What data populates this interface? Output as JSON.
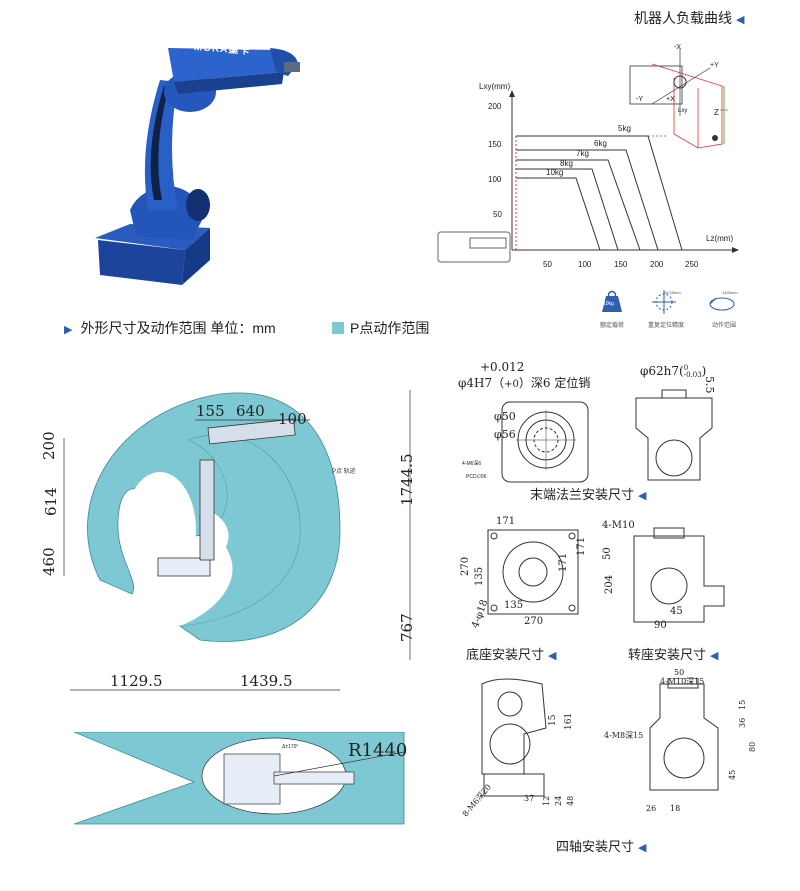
{
  "robot": {
    "brand": "MOKA墨卡"
  },
  "load_curve": {
    "title": "机器人负载曲线",
    "y_label": "Lxy(mm)",
    "x_label": "Lz(mm)",
    "y_ticks": [
      "200",
      "150",
      "100",
      "50"
    ],
    "x_ticks": [
      "50",
      "100",
      "150",
      "200",
      "250"
    ],
    "curves": [
      {
        "label": "5kg"
      },
      {
        "label": "6kg"
      },
      {
        "label": "7kg"
      },
      {
        "label": "8kg"
      },
      {
        "label": "10kg"
      }
    ],
    "axes_labels": {
      "neg_x": "-X",
      "pos_y": "+Y",
      "neg_y": "-Y",
      "pos_x": "+X",
      "z": "Z",
      "lxy": "Lxy"
    },
    "icons": [
      {
        "name": "rated-load-icon",
        "text": "10kg",
        "caption": "额定载荷"
      },
      {
        "name": "repeat-precision-icon",
        "text": "±0.05mm",
        "caption": "重复定位精度"
      },
      {
        "name": "motion-range-icon",
        "text": "1440mm",
        "caption": "动作范围"
      }
    ]
  },
  "section_dims": {
    "title": "外形尺寸及动作范围 单位：mm",
    "legend": "P点动作范围"
  },
  "side_view": {
    "top_dims": [
      "155",
      "640",
      "100"
    ],
    "left_dims": [
      "200",
      "614",
      "460"
    ],
    "right_dims": [
      "1744.5",
      "767"
    ],
    "bottom_dims": [
      "1129.5",
      "1439.5"
    ],
    "p_label": "P点 轨迹"
  },
  "top_view": {
    "radius": "R1440",
    "angle": "Δ±170°"
  },
  "flange": {
    "tol_top": "+0.012",
    "tol_bot": "+0",
    "hole_spec_a": "φ4H7（",
    "hole_spec_b": "）深6 定位销",
    "shaft_spec": "φ62h7(",
    "shaft_tol_top": "0",
    "shaft_tol_bot": "-0.03",
    "shaft_close": ")",
    "dim_55": "5.5",
    "d50": "φ50",
    "d56": "φ56",
    "thread": "4-M6深6",
    "pcd": "PCD∅56",
    "title": "末端法兰安装尺寸"
  },
  "base": {
    "w171": "171",
    "h270": "270",
    "h135": "135",
    "w135": "135",
    "w270": "270",
    "v171a": "171",
    "v171b": "171",
    "holes": "4-φ18",
    "title": "底座安装尺寸"
  },
  "rotary": {
    "m10": "4-M10",
    "d50": "50",
    "d204": "204",
    "d45": "45",
    "d90": "90",
    "title": "转座安装尺寸"
  },
  "axis4": {
    "l15": "15",
    "l161": "161",
    "l12": "12",
    "l24": "24",
    "l48": "48",
    "l37": "37",
    "holes_a": "8-M6深20",
    "m10": "4-M10深15",
    "m8": "4-M8深15",
    "r50": "50",
    "r15": "15",
    "r36": "36",
    "r80": "80",
    "r45": "45",
    "b26": "26",
    "b18": "18",
    "title": "四轴安装尺寸"
  },
  "colors": {
    "accent": "#2f5fb0",
    "range": "#7ec8d3",
    "robot": "#1f4fa8",
    "red": "#e0302a"
  }
}
